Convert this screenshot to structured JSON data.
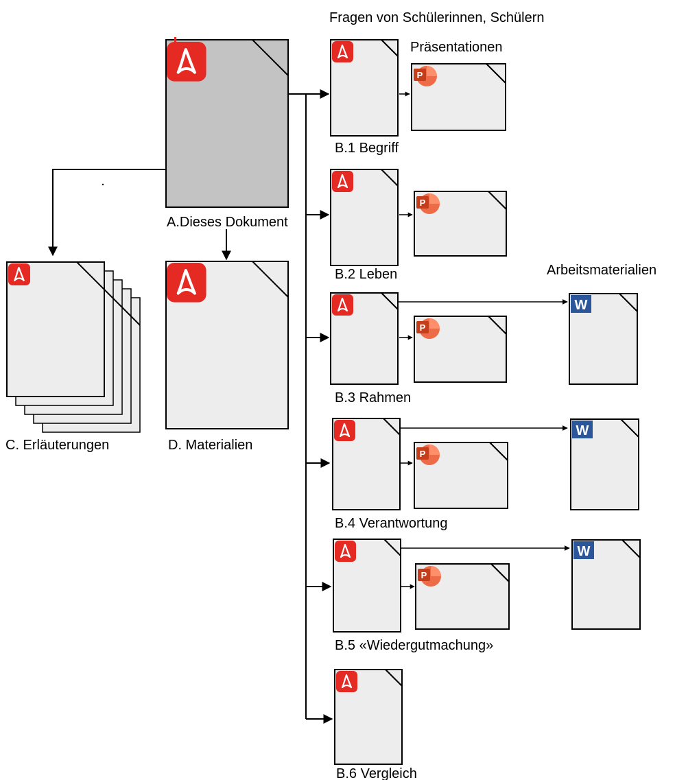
{
  "headings": {
    "fragen": "Fragen von Schülerinnen, Schülern",
    "praesentationen": "Präsentationen",
    "arbeitsmaterialien": "Arbeitsmaterialien"
  },
  "documents": {
    "a": "A.Dieses Dokument",
    "c": "C. Erläuterungen",
    "d": "D. Materialien"
  },
  "questions": [
    {
      "label": "B.1 Begriff",
      "has_presentation": true,
      "has_worksheet": false
    },
    {
      "label": "B.2 Leben",
      "has_presentation": true,
      "has_worksheet": false
    },
    {
      "label": "B.3 Rahmen",
      "has_presentation": true,
      "has_worksheet": true
    },
    {
      "label": "B.4 Verantwortung",
      "has_presentation": true,
      "has_worksheet": true
    },
    {
      "label": "B.5 «Wiedergutmachung»",
      "has_presentation": true,
      "has_worksheet": true
    },
    {
      "label": "B.6 Vergleich",
      "has_presentation": false,
      "has_worksheet": false
    }
  ],
  "icons": {
    "pdf": "pdf-icon",
    "ppt": "powerpoint-icon",
    "word": "word-icon",
    "pdf_letter": "",
    "ppt_letter": "P",
    "word_letter": "W"
  },
  "colors": {
    "pdf_red": "#E52A24",
    "ppt_orange": "#D24726",
    "word_blue": "#2B579A",
    "page_fill": "#EDEDED",
    "main_page_fill": "#C3C3C3",
    "stroke": "#000000"
  }
}
